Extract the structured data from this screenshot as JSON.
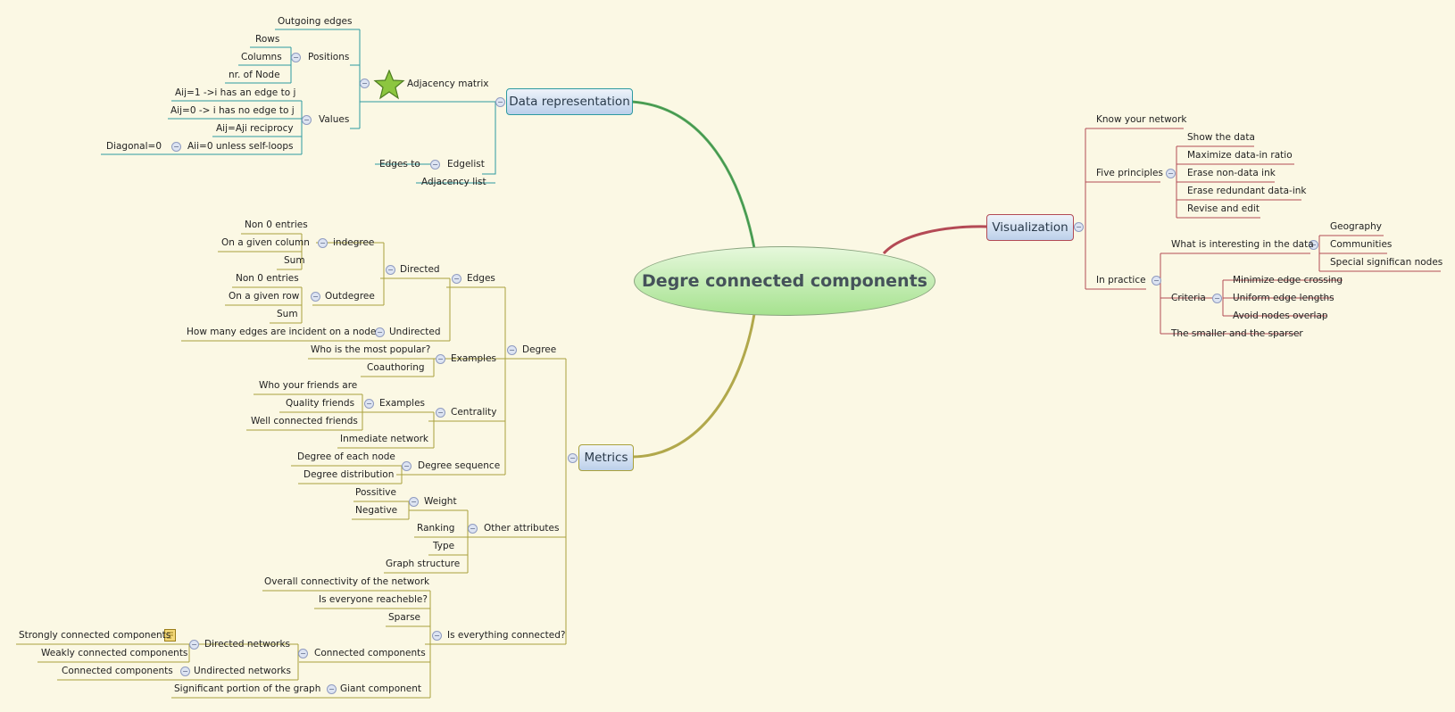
{
  "central_topic": "Degre connected components",
  "colors": {
    "background": "#fbf8e4",
    "data_branch": "#2e9aa0",
    "visualization_branch": "#b34b55",
    "metrics_branch": "#a9a13c"
  },
  "branches": {
    "data_representation": {
      "label": "Data representation",
      "adjacency_matrix": "Adjacency matrix",
      "outgoing_edges": "Outgoing edges",
      "positions": "Positions",
      "rows": "Rows",
      "columns": "Columns",
      "nr_node": "nr. of Node",
      "values": "Values",
      "v1": "Aij=1 ->i has an edge to j",
      "v2": "Aij=0 -> i has no edge to j",
      "v3": "Aij=Aji reciprocy",
      "v4": "Aii=0 unless self-loops",
      "diagonal": "Diagonal=0",
      "edgelist": "Edgelist",
      "edges_to": "Edges to",
      "adjacency_list": "Adjacency list"
    },
    "visualization": {
      "label": "Visualization",
      "know": "Know your network",
      "five": "Five principles",
      "p1": "Show the data",
      "p2": "Maximize data-in ratio",
      "p3": "Erase non-data ink",
      "p4": "Erase redundant data-ink",
      "p5": "Revise and edit",
      "practice": "In practice",
      "interesting": "What is interesting in the data",
      "geo": "Geography",
      "comm": "Communities",
      "special": "Special significan nodes",
      "criteria": "Criteria",
      "c1": "Minimize edge crossing",
      "c2": "Uniform edge lengths",
      "c3": "Avoid nodes overlap",
      "smaller": "The smaller and the sparser"
    },
    "metrics": {
      "label": "Metrics",
      "degree": "Degree",
      "edges": "Edges",
      "directed": "Directed",
      "indegree": "indegree",
      "non0_a": "Non 0 entries",
      "on_col": "On a given column",
      "sum_a": "Sum",
      "outdegree": "Outdegree",
      "non0_b": "Non 0 entries",
      "on_row": "On a given row",
      "sum_b": "Sum",
      "undirected": "Undirected",
      "how_many": "How many edges are incident on a node",
      "examples": "Examples",
      "popular": "Who is the most popular?",
      "coauthoring": "Coauthoring",
      "centrality": "Centrality",
      "examples2": "Examples",
      "who_friends": "Who your friends are",
      "quality": "Quality friends",
      "well_conn": "Well connected friends",
      "inmediate": "Inmediate network",
      "deg_seq": "Degree sequence",
      "deg_each": "Degree of each node",
      "deg_dist": "Degree distribution",
      "other": "Other attributes",
      "weight": "Weight",
      "possitive": "Possitive",
      "negative": "Negative",
      "ranking": "Ranking",
      "type": "Type",
      "graph_struct": "Graph structure",
      "everything": "Is everything connected?",
      "overall": "Overall connectivity of the network",
      "reachable": "Is everyone reacheble?",
      "sparse": "Sparse",
      "conn_comp": "Connected components",
      "directed_net": "Directed networks",
      "strongly": "Strongly connected components",
      "weakly": "Weakly connected components",
      "undirected_net": "Undirected networks",
      "conn_comp2": "Connected components",
      "giant": "Giant component",
      "significant": "Significant portion of the graph"
    }
  }
}
